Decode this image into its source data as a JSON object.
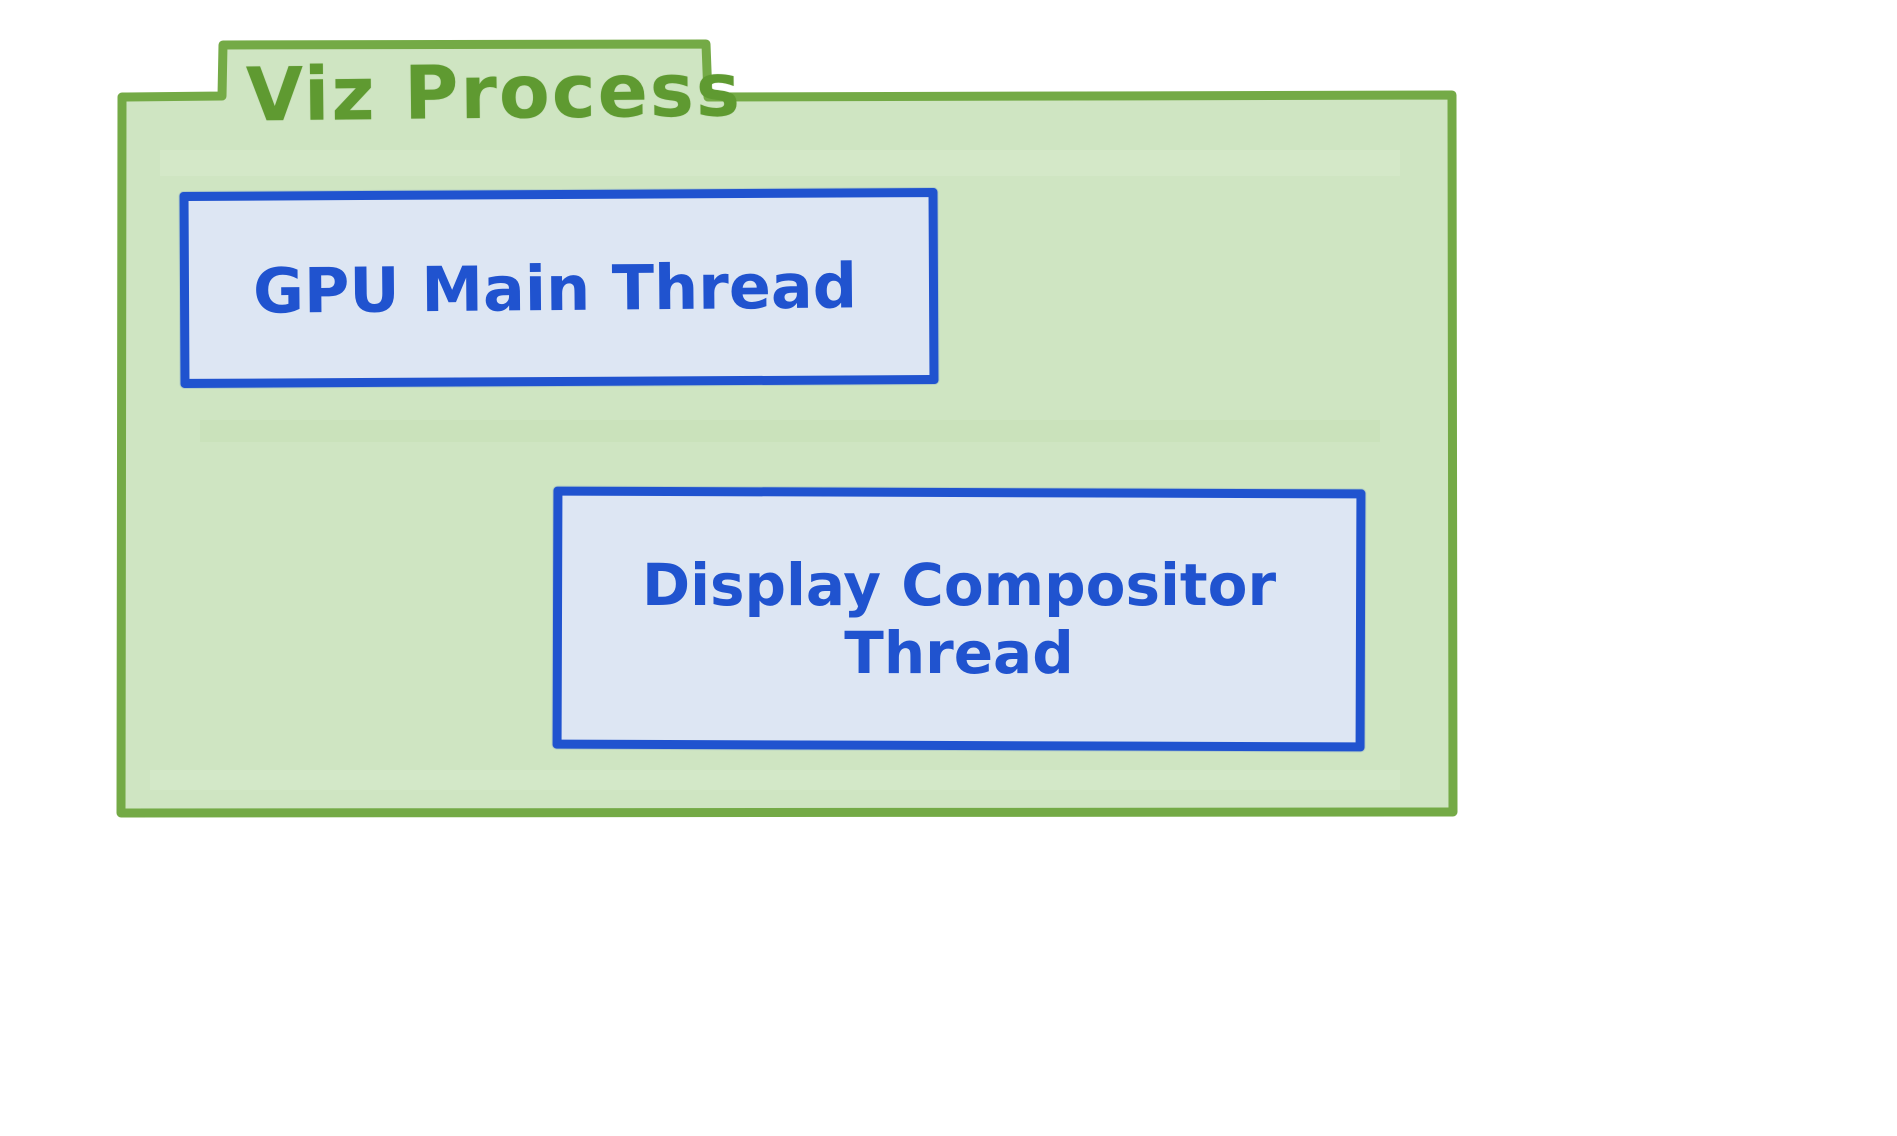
{
  "diagram": {
    "title": "Viz Process",
    "boxes": [
      {
        "id": "gpu-main-thread",
        "label": "GPU Main Thread"
      },
      {
        "id": "display-compositor-thread",
        "label": "Display Compositor Thread"
      }
    ],
    "colors": {
      "container_fill": "#cfe5c2",
      "container_border": "#74aa46",
      "title_text": "#5f9a31",
      "box_fill": "#dde6f3",
      "box_border": "#2053cf",
      "box_text": "#2053cf",
      "background": "#ffffff"
    }
  }
}
